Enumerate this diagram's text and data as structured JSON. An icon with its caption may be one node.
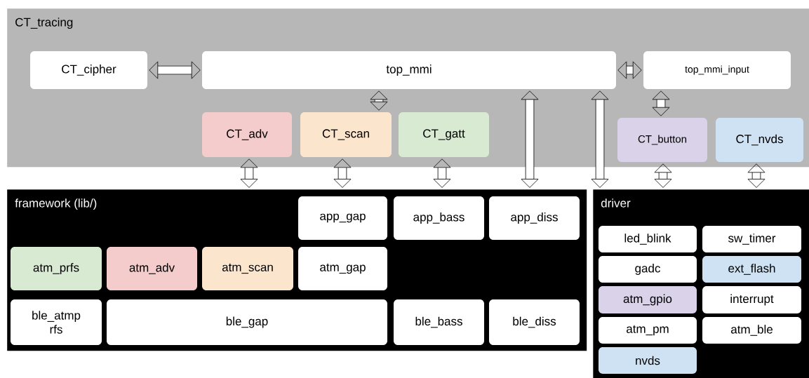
{
  "diagram": {
    "nodes": [
      {
        "text": [
          "CT_tracing"
        ]
      },
      {
        "text": [
          "CT_cipher"
        ],
        "in": 0
      },
      {
        "text": [
          "top_mmi"
        ],
        "in": 0
      },
      {
        "text": [
          "top_mmi_input"
        ],
        "in": 0
      },
      {
        "text": [
          "CT_adv"
        ],
        "in": 0
      },
      {
        "text": [
          "CT_scan"
        ],
        "in": 0
      },
      {
        "text": [
          "CT_gatt"
        ],
        "in": 0
      },
      {
        "text": [
          "CT_button"
        ],
        "in": 0
      },
      {
        "text": [
          "CT_nvds"
        ],
        "in": 0
      },
      {
        "text": [
          "framework (lib/)"
        ]
      },
      {
        "text": [
          "app_gap"
        ],
        "in": 9
      },
      {
        "text": [
          "app_bass"
        ],
        "in": 9
      },
      {
        "text": [
          "app_diss"
        ],
        "in": 9
      },
      {
        "text": [
          "atm_prfs"
        ],
        "in": 9
      },
      {
        "text": [
          "atm_adv"
        ],
        "in": 9
      },
      {
        "text": [
          "atm_scan"
        ],
        "in": 9
      },
      {
        "text": [
          "atm_gap"
        ],
        "in": 9
      },
      {
        "text": [
          "ble_atmp rfs"
        ],
        "in": 9
      },
      {
        "text": [
          "ble_gap"
        ],
        "in": 9
      },
      {
        "text": [
          "ble_bass"
        ],
        "in": 9
      },
      {
        "text": [
          "ble_diss"
        ],
        "in": 9
      },
      {
        "text": [
          "driver"
        ]
      },
      {
        "text": [
          "led_blink"
        ],
        "in": 21
      },
      {
        "text": [
          "sw_timer"
        ],
        "in": 21
      },
      {
        "text": [
          "gadc"
        ],
        "in": 21
      },
      {
        "text": [
          "ext_flash"
        ],
        "in": 21
      },
      {
        "text": [
          "atm_gpio"
        ],
        "in": 21
      },
      {
        "text": [
          "interrupt"
        ],
        "in": 21
      },
      {
        "text": [
          "atm_pm"
        ],
        "in": 21
      },
      {
        "text": [
          "atm_ble"
        ],
        "in": 21
      },
      {
        "text": [
          "nvds"
        ],
        "in": 21
      }
    ],
    "edges": [
      {
        "from": 1,
        "to": 2,
        "arrow": "both"
      },
      {
        "from": 2,
        "to": 3,
        "arrow": "both"
      },
      {
        "from": 2,
        "to": 5,
        "arrow": "both"
      },
      {
        "from": 3,
        "to": 7,
        "arrow": "both"
      },
      {
        "from": 4,
        "to": 9,
        "arrow": "both"
      },
      {
        "from": 5,
        "to": 9,
        "arrow": "both"
      },
      {
        "from": 6,
        "to": 9,
        "arrow": "both"
      },
      {
        "from": 2,
        "to": 9,
        "arrow": "both"
      },
      {
        "from": 2,
        "to": 21,
        "arrow": "both"
      },
      {
        "from": 7,
        "to": 21,
        "arrow": "both"
      },
      {
        "from": 8,
        "to": 21,
        "arrow": "both"
      }
    ]
  }
}
